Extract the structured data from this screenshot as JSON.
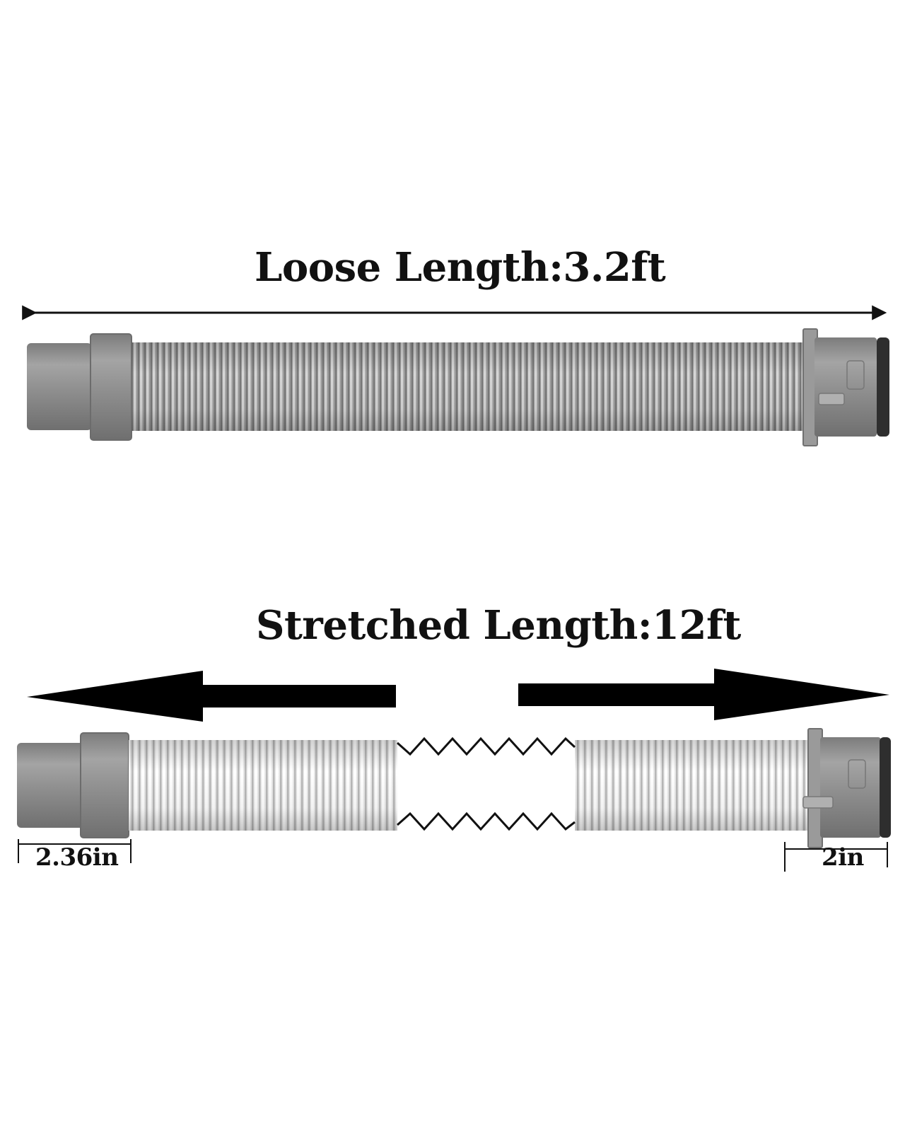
{
  "labels": {
    "loose_length": "Loose Length:3.2ft",
    "stretched_length": "Stretched Length:12ft",
    "left_diameter": "2.36in",
    "right_diameter": "2in"
  },
  "colors": {
    "hose_gray": "#8f8f8f",
    "hose_light": "#c9c9c9",
    "hose_pale": "#dedede",
    "cuff_gray": "#8c8c8c",
    "arrow_black": "#000000"
  }
}
